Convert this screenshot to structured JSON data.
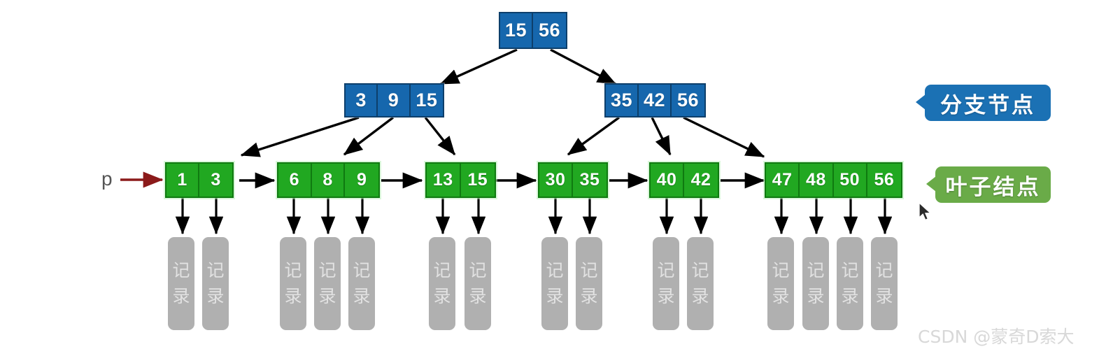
{
  "diagram": {
    "title_absent": true,
    "colors": {
      "branch_fill": "#1565a8",
      "branch_border": "#0d3f6b",
      "leaf_fill": "#21a821",
      "leaf_border": "#0f7a10",
      "record_fill": "#b0b0b0",
      "arrow": "#000000",
      "pointer_arrow": "#8b1a1a",
      "callout_blue": "#1b71b4",
      "callout_green": "#6aab48",
      "watermark": "#d8d8d8"
    },
    "root": {
      "keys": [
        "15",
        "56"
      ]
    },
    "branch_nodes": [
      {
        "keys": [
          "3",
          "9",
          "15"
        ]
      },
      {
        "keys": [
          "35",
          "42",
          "56"
        ]
      }
    ],
    "leaf_nodes": [
      {
        "keys": [
          "1",
          "3"
        ]
      },
      {
        "keys": [
          "6",
          "8",
          "9"
        ]
      },
      {
        "keys": [
          "13",
          "15"
        ]
      },
      {
        "keys": [
          "30",
          "35"
        ]
      },
      {
        "keys": [
          "40",
          "42"
        ]
      },
      {
        "keys": [
          "47",
          "48",
          "50",
          "56"
        ]
      }
    ],
    "record_label": {
      "char1": "记",
      "char2": "录"
    },
    "pointer_label": "p",
    "callouts": [
      {
        "text": "分支节点",
        "color": "blue"
      },
      {
        "text": "叶子结点",
        "color": "green"
      }
    ],
    "watermark": "CSDN @蒙奇D索大"
  }
}
